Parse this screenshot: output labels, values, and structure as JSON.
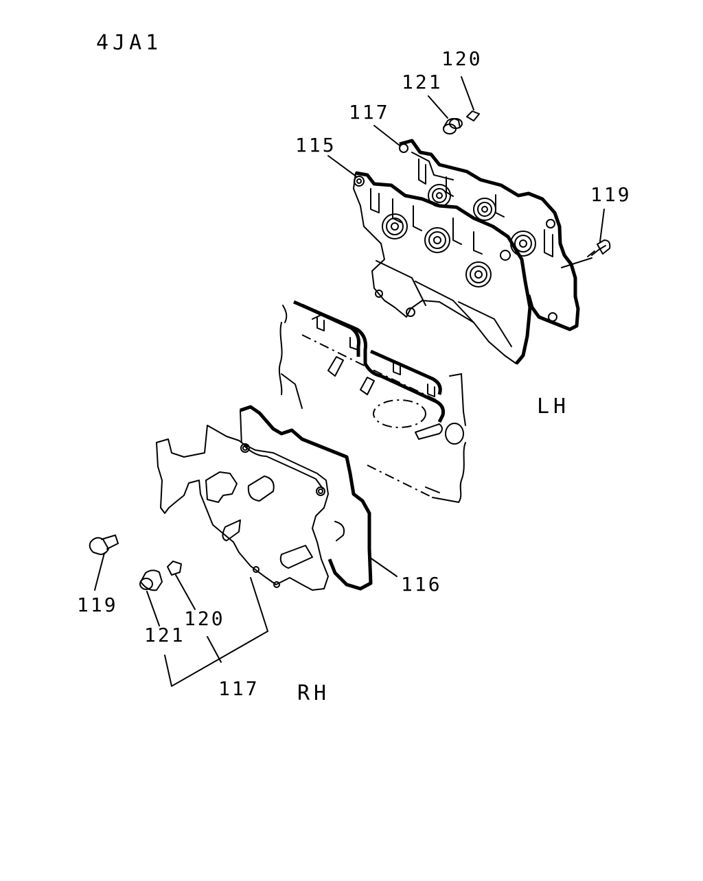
{
  "engine_code": "4JA1",
  "sides": {
    "left": "LH",
    "right": "RH"
  },
  "callouts": {
    "lh_120": "120",
    "lh_121": "121",
    "lh_117": "117",
    "lh_115": "115",
    "lh_119": "119",
    "rh_116": "116",
    "rh_119": "119",
    "rh_120": "120",
    "rh_121": "121",
    "rh_117": "117"
  }
}
